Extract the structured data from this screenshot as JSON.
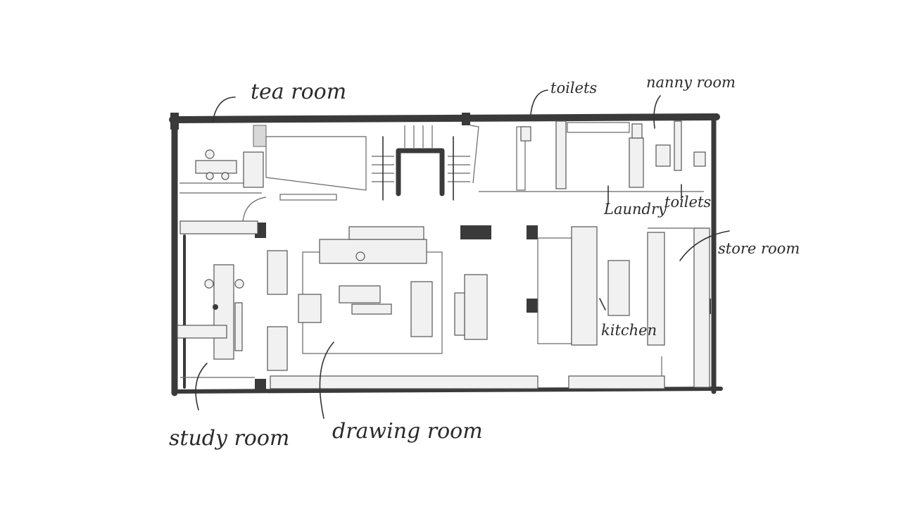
{
  "plan": {
    "labels": {
      "tea_room": "tea room",
      "toilets_top": "toilets",
      "nanny_room": "nanny room",
      "laundry": "Laundry",
      "toilets_right": "toilets",
      "store_room": "store room",
      "kitchen": "kitchen",
      "study_room": "study room",
      "drawing_room": "drawing room"
    },
    "colors": {
      "ink": "#3a3a3a",
      "paper": "#ffffff",
      "fill": "#f1f1f1"
    }
  }
}
